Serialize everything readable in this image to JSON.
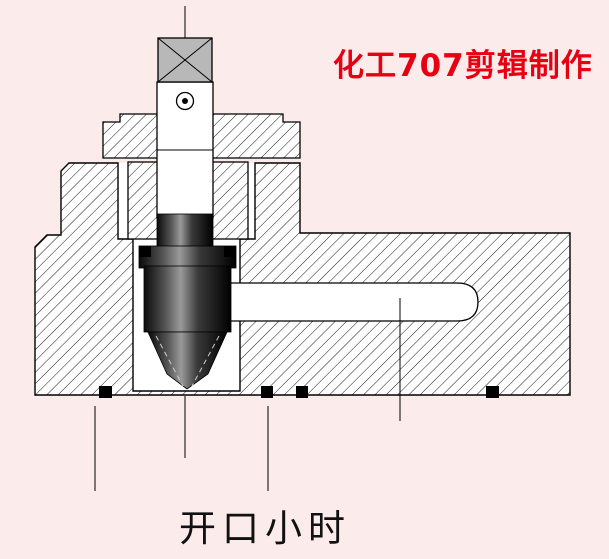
{
  "page": {
    "background_color": "#fcebeb"
  },
  "watermark": {
    "text": "化工707剪辑制作",
    "color": "#e60012"
  },
  "caption": {
    "text": "开口小时",
    "color": "#111111"
  },
  "drawing": {
    "subject": "plug-valve-cross-section",
    "hatch_color": "#000000",
    "knob_color": "#b8b8b8",
    "plug_gradient": [
      "#0a0a0a",
      "#565656",
      "#9a9a9a",
      "#3a3a3a",
      "#000000"
    ],
    "seal_color": "#000000",
    "cavity_color": "#ffffff"
  }
}
